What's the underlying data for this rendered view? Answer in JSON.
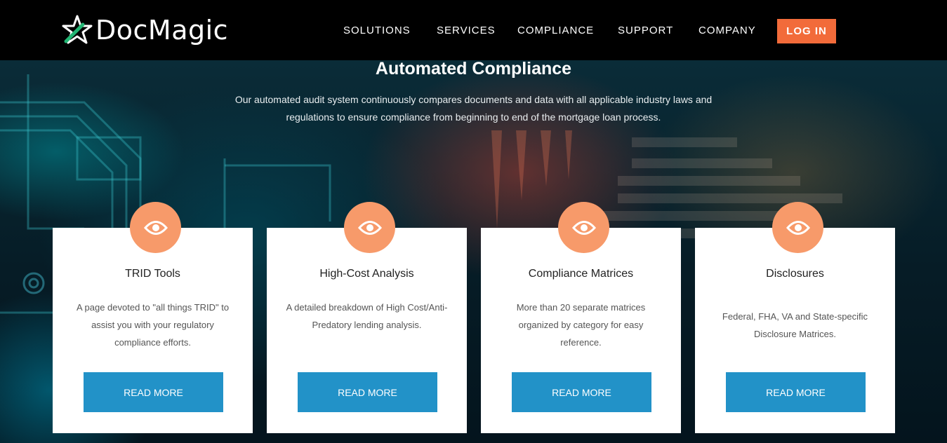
{
  "header": {
    "logo_text": "DocMagic",
    "nav": [
      "SOLUTIONS",
      "SERVICES",
      "COMPLIANCE",
      "SUPPORT",
      "COMPANY"
    ],
    "login_label": "LOG IN"
  },
  "hero": {
    "title": "Automated Compliance",
    "description": "Our automated audit system continuously compares documents and data with all applicable industry laws and regulations to ensure compliance from beginning to end of the mortgage loan process."
  },
  "cards": [
    {
      "title": "TRID Tools",
      "description": "A page devoted to \"all things TRID\" to assist you with your regulatory compliance efforts.",
      "button": "READ MORE",
      "icon": "eye-icon"
    },
    {
      "title": "High-Cost Analysis",
      "description": "A detailed breakdown of High Cost/Anti-Predatory lending analysis.",
      "button": "READ MORE",
      "icon": "eye-icon"
    },
    {
      "title": "Compliance Matrices",
      "description": "More than 20 separate matrices organized by category for easy reference.",
      "button": "READ MORE",
      "icon": "eye-icon"
    },
    {
      "title": "Disclosures",
      "description": "Federal, FHA, VA and State-specific Disclosure Matrices.",
      "button": "READ MORE",
      "icon": "eye-icon"
    }
  ],
  "colors": {
    "header_bg": "#000000",
    "login_bg": "#f26b3a",
    "icon_circle": "#f79a6a",
    "button_bg": "#2292c8",
    "logo_star_accent": "#22b573"
  }
}
